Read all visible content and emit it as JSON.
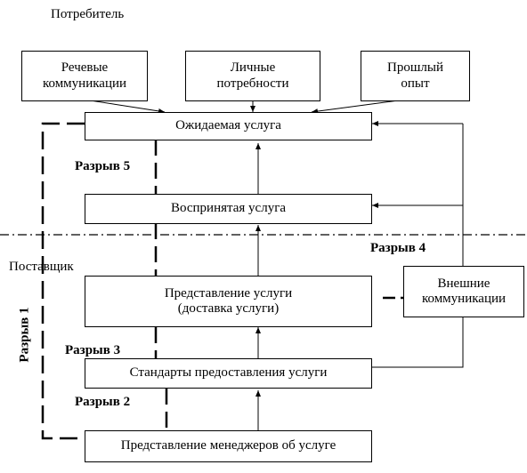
{
  "labels": {
    "consumer": "Потребитель",
    "provider": "Поставщик",
    "gap1": "Разрыв 1",
    "gap2": "Разрыв 2",
    "gap3": "Разрыв 3",
    "gap4": "Разрыв 4",
    "gap5": "Разрыв 5"
  },
  "boxes": {
    "word_of_mouth": "Речевые\nкоммуникации",
    "personal_needs": "Личные\nпотребности",
    "past_experience": "Прошлый\nопыт",
    "expected_service": "Ожидаемая услуга",
    "perceived_service": "Воспринятая услуга",
    "service_delivery": "Представление услуги\n(доставка услуги)",
    "external_comms": "Внешние\nкоммуникации",
    "service_standards": "Стандарты предоставления услуги",
    "management_perceptions": "Представление менеджеров об услуге"
  }
}
